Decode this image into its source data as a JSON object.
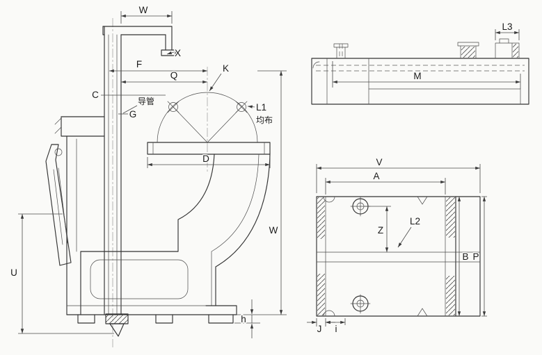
{
  "drawing": {
    "background": "#fafaf8",
    "line_color": "#333333",
    "labels": {
      "main": {
        "w_top": "W",
        "x": "X",
        "f": "F",
        "q": "Q",
        "k": "K",
        "c": "C",
        "guide_tube": "导管",
        "g": "G",
        "l1": "L1",
        "evenly_spaced": "均布",
        "d": "D",
        "w_right": "W",
        "u": "U",
        "h": "h"
      },
      "rail": {
        "l3": "L3",
        "m": "M"
      },
      "plan": {
        "v": "V",
        "a": "A",
        "l2": "L2",
        "z": "Z",
        "b": "B",
        "p": "P",
        "j": "J",
        "i": "i"
      }
    }
  }
}
